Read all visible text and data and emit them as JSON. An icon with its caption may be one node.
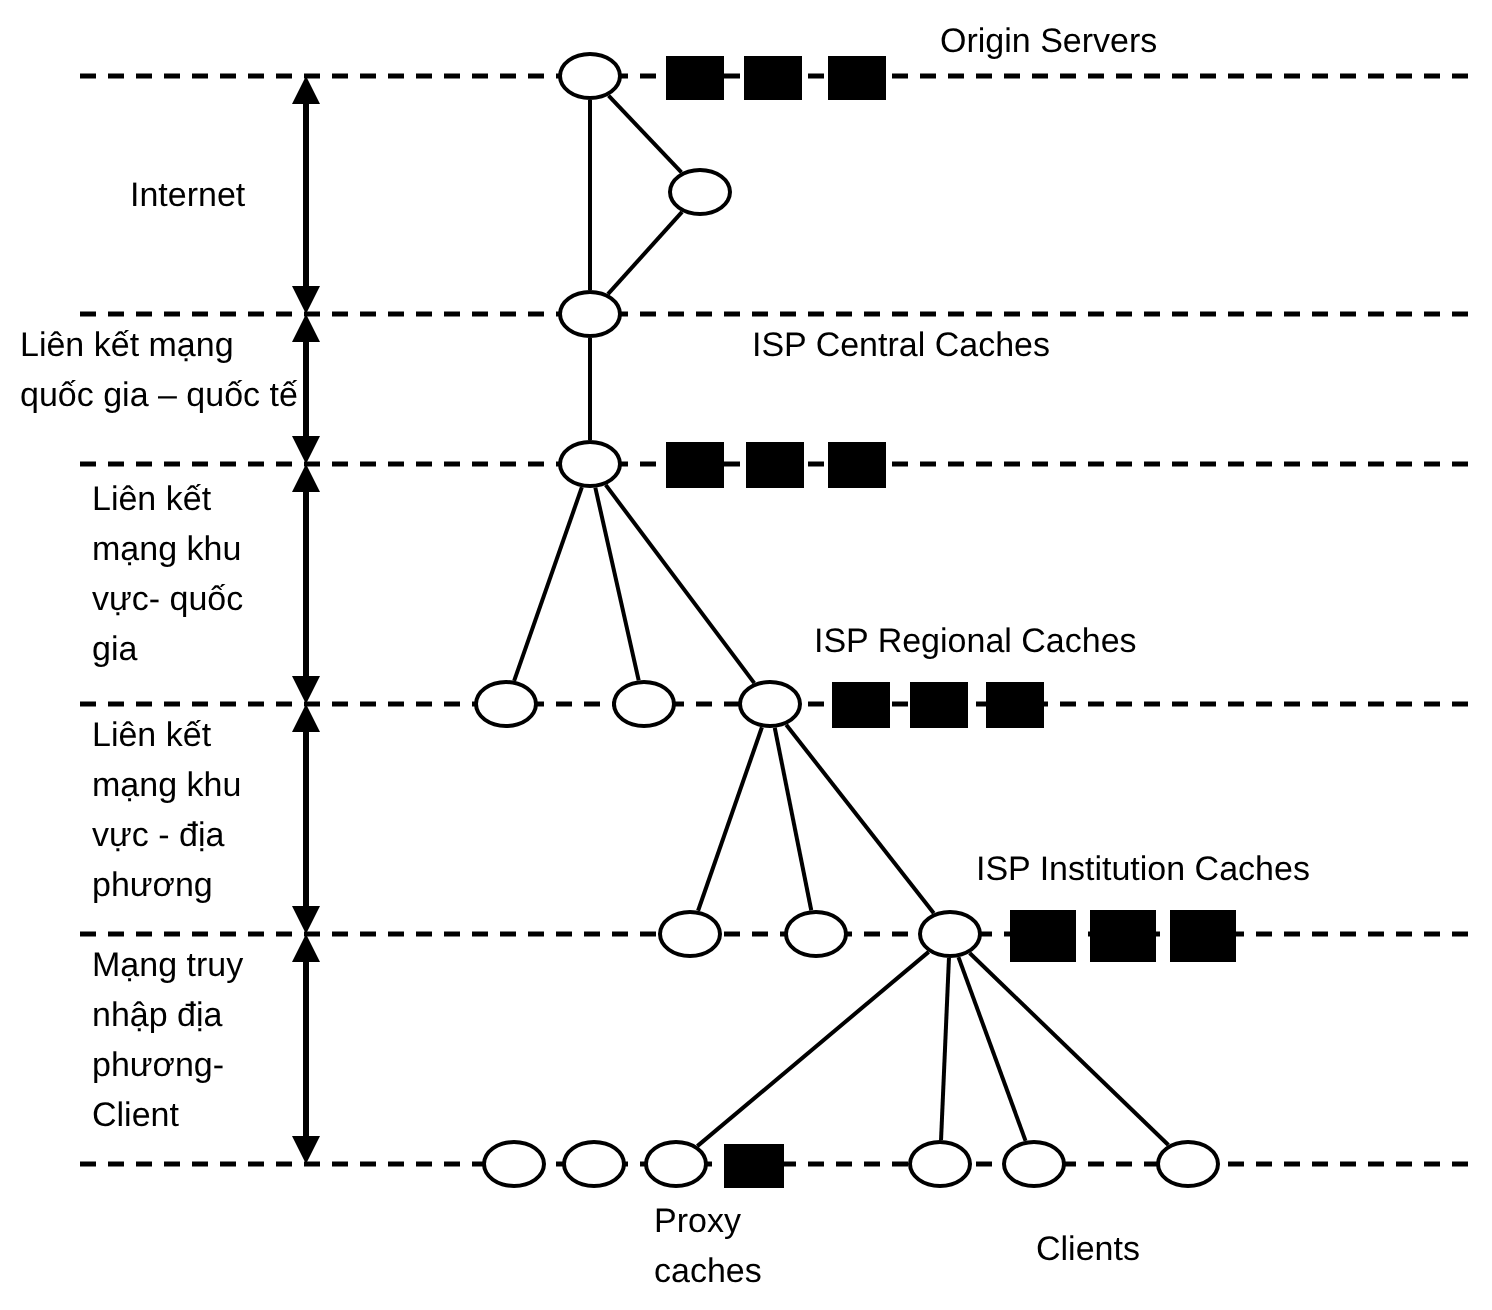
{
  "diagram": {
    "nodes": [
      {
        "text": [],
        "shape": "circle"
      },
      {
        "text": [],
        "shape": "circle"
      },
      {
        "text": [],
        "shape": "circle"
      },
      {
        "text": [],
        "shape": "circle"
      },
      {
        "text": [],
        "shape": "circle"
      },
      {
        "text": [],
        "shape": "circle"
      },
      {
        "text": [],
        "shape": "circle"
      },
      {
        "text": [],
        "shape": "circle"
      },
      {
        "text": [],
        "shape": "circle"
      },
      {
        "text": [],
        "shape": "circle"
      },
      {
        "text": [],
        "shape": "circle"
      },
      {
        "text": [],
        "shape": "circle"
      },
      {
        "text": [],
        "shape": "circle"
      },
      {
        "text": [],
        "shape": "circle"
      },
      {
        "text": [],
        "shape": "circle"
      },
      {
        "text": [],
        "shape": "circle"
      }
    ],
    "edges": [
      {
        "from": 0,
        "to": 2,
        "arrow": "none"
      },
      {
        "from": 0,
        "to": 1,
        "arrow": "none"
      },
      {
        "from": 1,
        "to": 2,
        "arrow": "none"
      },
      {
        "from": 2,
        "to": 3,
        "arrow": "none"
      },
      {
        "from": 3,
        "to": 4,
        "arrow": "none"
      },
      {
        "from": 3,
        "to": 5,
        "arrow": "none"
      },
      {
        "from": 3,
        "to": 6,
        "arrow": "none"
      },
      {
        "from": 6,
        "to": 7,
        "arrow": "none"
      },
      {
        "from": 6,
        "to": 8,
        "arrow": "none"
      },
      {
        "from": 6,
        "to": 9,
        "arrow": "none"
      },
      {
        "from": 9,
        "to": 12,
        "arrow": "none"
      },
      {
        "from": 9,
        "to": 13,
        "arrow": "none"
      },
      {
        "from": 9,
        "to": 14,
        "arrow": "none"
      },
      {
        "from": 9,
        "to": 15,
        "arrow": "none"
      }
    ],
    "labels": [
      "Origin Servers",
      "Internet",
      "Liên kết mạng quốc gia – quốc tế",
      "ISP Central Caches",
      "Liên kết mạng khu vực- quốc gia",
      "ISP Regional Caches",
      "Liên kết mạng khu vực - địa phương",
      "ISP Institution Caches",
      "Mạng truy nhập địa phương- Client",
      "Proxy caches",
      "Clients"
    ]
  }
}
